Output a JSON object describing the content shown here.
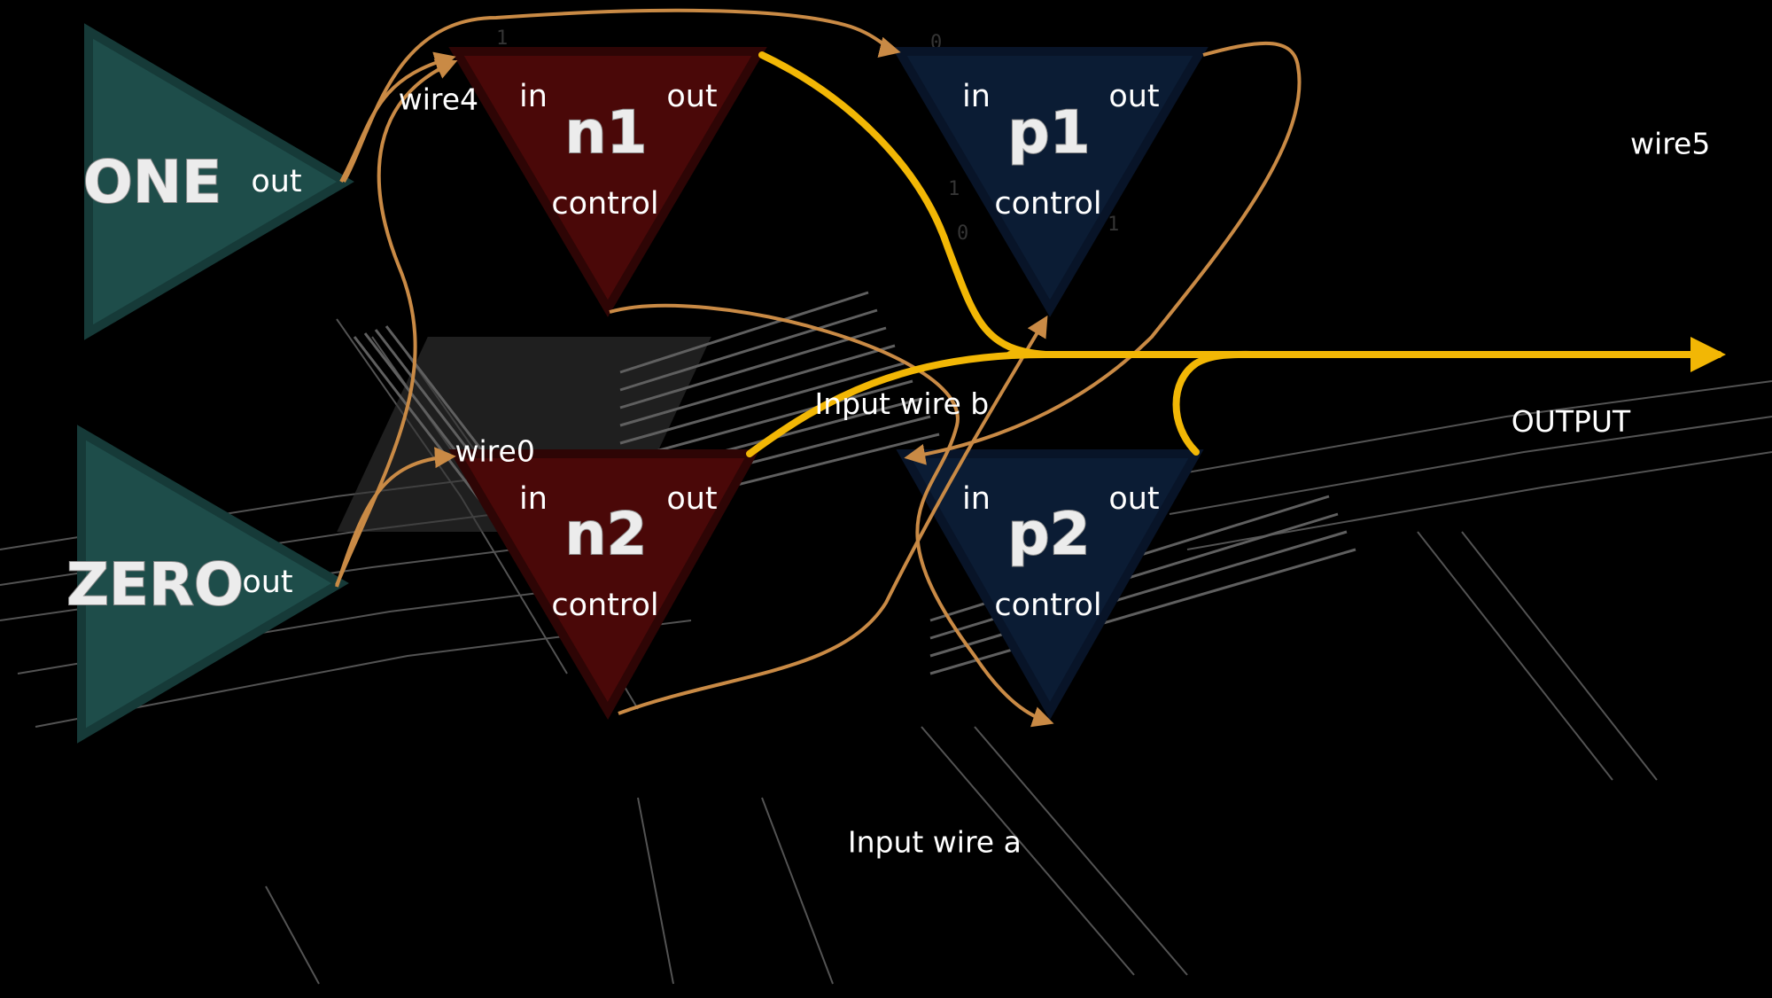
{
  "colors": {
    "background": "#000000",
    "source_fill": "#1e4d4a",
    "nmos_fill": "#4a0808",
    "pmos_fill": "#0b1c34",
    "wire": "#c98a45",
    "output_wire": "#f2b705"
  },
  "sources": [
    {
      "name": "ONE",
      "port": "out"
    },
    {
      "name": "ZERO",
      "port": "out"
    }
  ],
  "transistors": [
    {
      "name": "n1",
      "in": "in",
      "out": "out",
      "control": "control"
    },
    {
      "name": "p1",
      "in": "in",
      "out": "out",
      "control": "control"
    },
    {
      "name": "n2",
      "in": "in",
      "out": "out",
      "control": "control"
    },
    {
      "name": "p2",
      "in": "in",
      "out": "out",
      "control": "control"
    }
  ],
  "wire_labels": {
    "wire4": "wire4",
    "wire0": "wire0",
    "wire5": "wire5",
    "input_b": "Input wire b",
    "input_a": "Input wire a",
    "output": "OUTPUT"
  }
}
